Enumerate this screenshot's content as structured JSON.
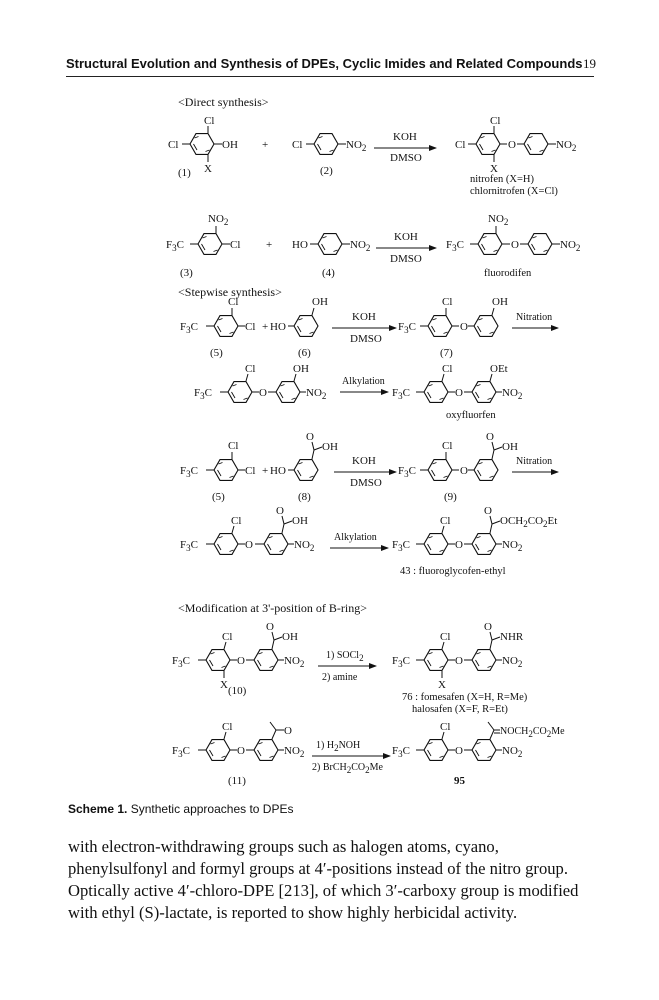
{
  "header": {
    "title": "Structural Evolution and Synthesis of DPEs, Cyclic Imides and Related Compounds",
    "page_number": "19"
  },
  "scheme": {
    "section_direct": "<Direct synthesis>",
    "section_stepwise": "<Stepwise synthesis>",
    "section_modification": "<Modification at 3'-position of B-ring>",
    "labels": {
      "c1": "(1)",
      "c2": "(2)",
      "c3": "(3)",
      "c4": "(4)",
      "c5a": "(5)",
      "c6": "(6)",
      "c7": "(7)",
      "c5b": "(5)",
      "c8": "(8)",
      "c9": "(9)",
      "c10": "(10)",
      "c11": "(11)",
      "c95": "95"
    },
    "names": {
      "nitrofen": "nitrofen (X=H)",
      "chlornitrofen": "chlornitrofen (X=Cl)",
      "fluorodifen": "fluorodifen",
      "oxyfluorfen": "oxyfluorfen",
      "fluoroglycofen": "43 : fluoroglycofen-ethyl",
      "fomesafen": "76 : fomesafen (X=H, R=Me)",
      "halosafen": "halosafen (X=F, R=Et)"
    },
    "reagents": {
      "koh": "KOH",
      "dmso": "DMSO",
      "nitration": "Nitration",
      "alkylation": "Alkylation",
      "socl2": "1) SOCl",
      "amine": "2) amine",
      "h2noh": "1) H",
      "brch2": "2) BrCH"
    },
    "atoms": {
      "cl": "Cl",
      "x": "X",
      "oh": "OH",
      "no2": "NO",
      "f3c": "F",
      "ho": "HO",
      "o": "O",
      "oet": "OEt",
      "nhr": "NHR",
      "och2co2et": "OCH",
      "noch2co2me": "NOCH",
      "plus": "+"
    }
  },
  "caption": {
    "label": "Scheme 1.",
    "text": "Synthetic approaches to DPEs"
  },
  "paragraph": {
    "line1": "with electron-withdrawing groups such as halogen atoms, cyano,",
    "line2": "phenylsulfonyl and formyl groups at 4′-positions instead of the nitro group.",
    "line3": "Optically active 4′-chloro-DPE [213], of which 3′-carboxy group is modified",
    "line4": "with ethyl (S)-lactate, is reported to show highly herbicidal activity."
  }
}
